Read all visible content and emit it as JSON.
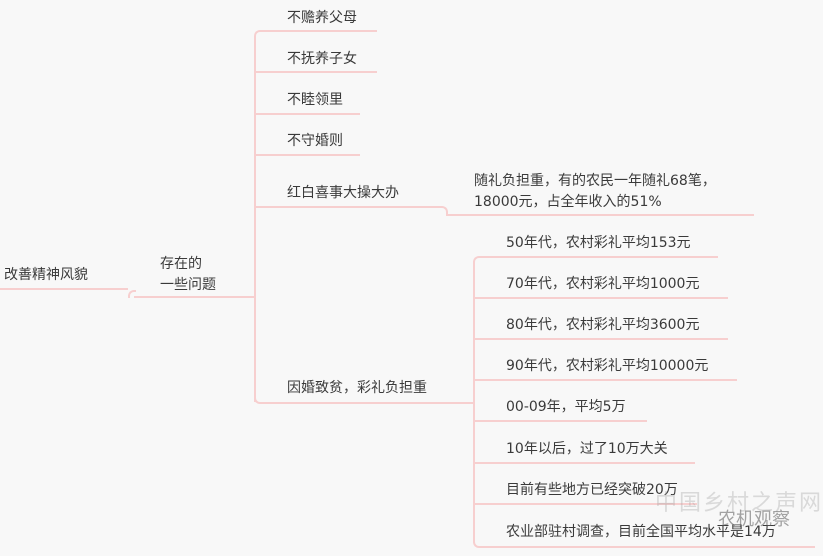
{
  "mindmap": {
    "root": {
      "label": "改善精神风貌"
    },
    "level1": {
      "label_line1": "存在的",
      "label_line2": "一些问题"
    },
    "problems": [
      {
        "label": "不赡养父母"
      },
      {
        "label": "不抚养子女"
      },
      {
        "label": "不睦领里"
      },
      {
        "label": "不守婚则"
      },
      {
        "label": "红白喜事大操大办"
      },
      {
        "label": "因婚致贫，彩礼负担重"
      }
    ],
    "weddings_detail": {
      "line1": "随礼负担重，有的农民一年随礼68笔，",
      "line2": "18000元，占全年收入的51%"
    },
    "bride_price_details": [
      {
        "label": "50年代，农村彩礼平均153元"
      },
      {
        "label": "70年代，农村彩礼平均1000元"
      },
      {
        "label": "80年代，农村彩礼平均3600元"
      },
      {
        "label": "90年代，农村彩礼平均10000元"
      },
      {
        "label": "00-09年，平均5万"
      },
      {
        "label": "10年以后，过了10万大关"
      },
      {
        "label": "目前有些地方已经突破20万"
      },
      {
        "label": "农业部驻村调查，目前全国平均水平是14万"
      }
    ]
  },
  "watermark": {
    "site": "中国乡村之声网",
    "brand": "农机观察"
  },
  "colors": {
    "connector": "#f7cfcf",
    "text": "#3a3a3a",
    "background": "#f8f8f8"
  }
}
